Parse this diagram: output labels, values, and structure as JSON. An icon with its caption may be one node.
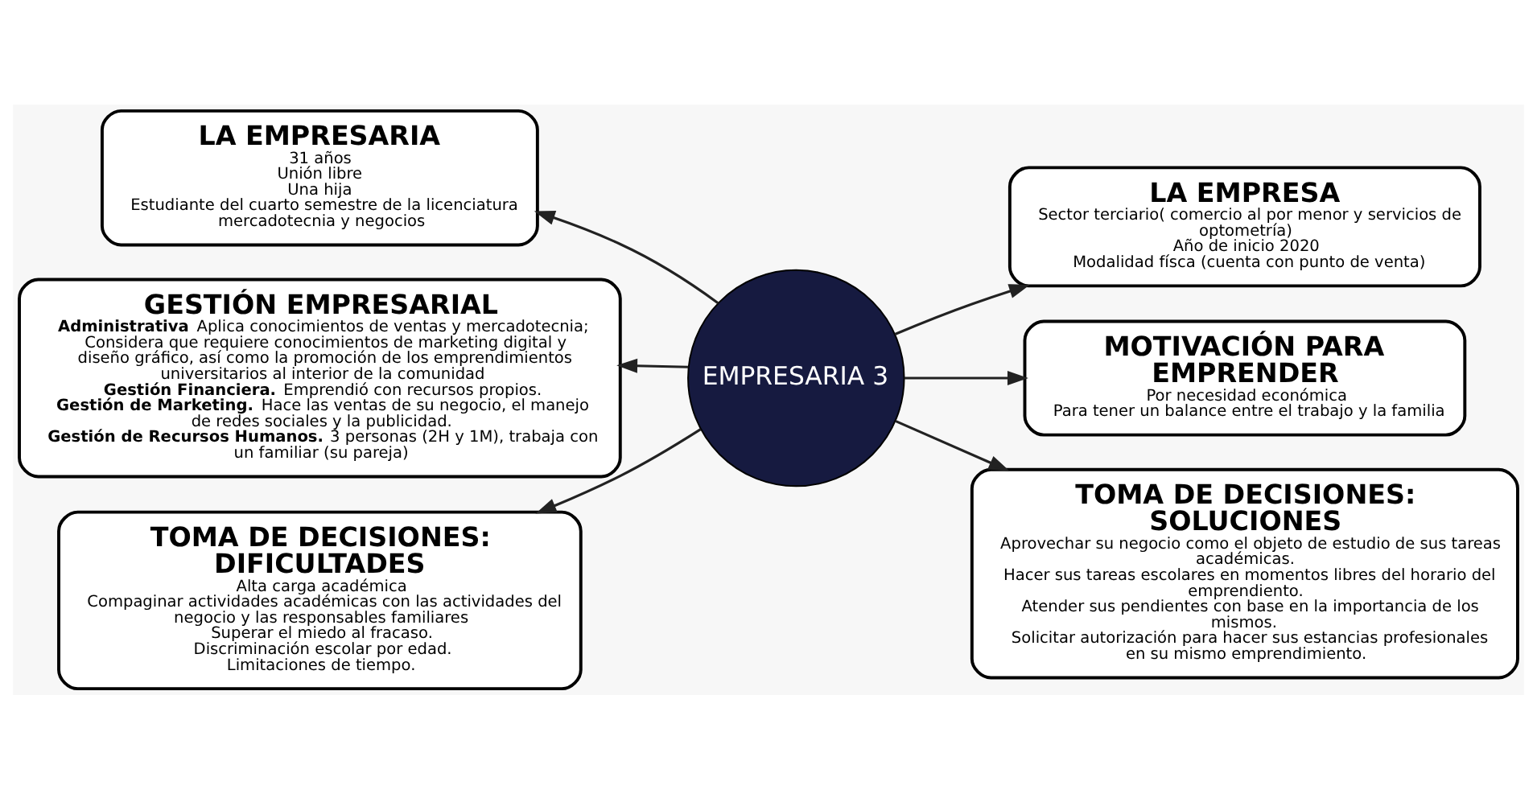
{
  "diagram": {
    "nodes": [
      {
        "text": [
          "EMPRESARIA 3"
        ]
      },
      {
        "text": [
          "LA EMPRESARIA",
          "31 años",
          "Unión libre",
          "Una hija",
          "Estudiante del cuarto semestre de la licenciatura mercadotecnia y negocios"
        ]
      },
      {
        "text": [
          "LA EMPRESA",
          "Sector terciario( comercio al por menor y servicios de optometría)",
          "Año de inicio 2020",
          "Modalidad físca (cuenta con punto de venta)"
        ]
      },
      {
        "text": [
          "GESTIÓN EMPRESARIAL",
          "**Administrativa** Aplica conocimientos de ventas y mercadotecnia; Considera que requiere conocimientos de marketing digital y diseño gráfico, así como la promoción de los emprendimientos universitarios al interior de la comunidad",
          "**Gestión Financiera.** Emprendió con recursos propios.",
          "**Gestión de Marketing.** Hace las ventas de su negocio, el manejo de redes sociales y la publicidad.",
          "**Gestión de Recursos Humanos.** 3 personas (2H y 1M), trabaja con un familiar (su pareja)"
        ]
      },
      {
        "text": [
          "MOTIVACIÓN PARA EMPRENDER",
          "Por necesidad económica",
          "Para tener un balance entre el trabajo y la familia"
        ]
      },
      {
        "text": [
          "TOMA DE DECISIONES: DIFICULTADES",
          "Alta carga académica",
          "Compaginar actividades académicas con las actividades del negocio y las responsables familiares",
          "Superar el miedo al fracaso.",
          "Discriminación escolar por edad.",
          "Limitaciones de tiempo."
        ]
      },
      {
        "text": [
          "TOMA DE DECISIONES: SOLUCIONES",
          "Aprovechar su negocio como el objeto de estudio de sus tareas académicas.",
          "Hacer sus tareas escolares en momentos libres del horario del emprendiento.",
          "Atender sus pendientes con base en la importancia de los mismos.",
          "Solicitar autorización para hacer sus estancias profesionales en su mismo emprendimiento."
        ]
      }
    ],
    "edges": [
      {
        "from": 0,
        "to": 1,
        "arrow": "to"
      },
      {
        "from": 0,
        "to": 2,
        "arrow": "to"
      },
      {
        "from": 0,
        "to": 3,
        "arrow": "to"
      },
      {
        "from": 0,
        "to": 4,
        "arrow": "to"
      },
      {
        "from": 0,
        "to": 5,
        "arrow": "to"
      },
      {
        "from": 0,
        "to": 6,
        "arrow": "to"
      }
    ]
  }
}
